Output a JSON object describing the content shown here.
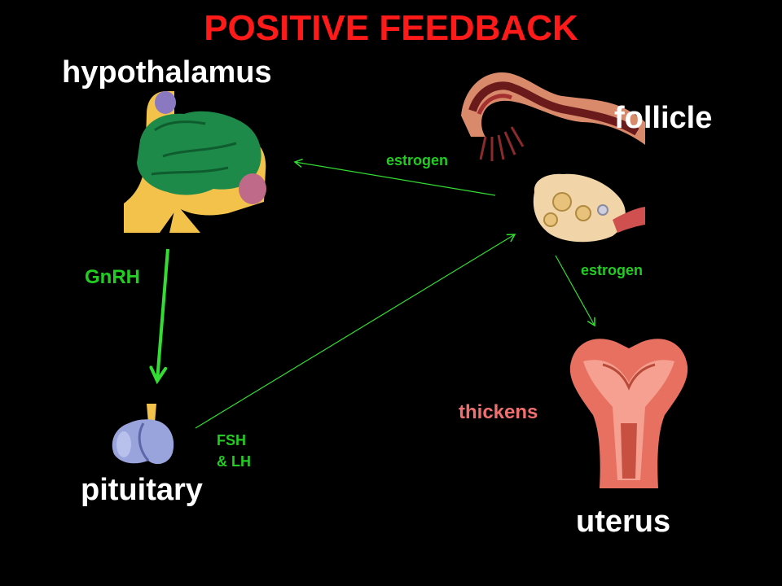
{
  "title": "POSITIVE FEEDBACK",
  "organs": {
    "hypothalamus": "hypothalamus",
    "follicle": "follicle",
    "pituitary": "pituitary",
    "uterus": "uterus"
  },
  "signals": {
    "gnrh": "GnRH",
    "estrogen_to_hypothalamus": "estrogen",
    "estrogen_to_uterus": "estrogen",
    "fsh_line1": "FSH",
    "fsh_line2": "& LH",
    "thickens": "thickens"
  },
  "colors": {
    "title": "#ff1a1a",
    "signal": "#22cc22",
    "arrow": "#33dd33",
    "thickens": "#f07070",
    "background": "#000000"
  },
  "icons": [
    "hypothalamus-illustration",
    "follicle-illustration",
    "pituitary-illustration",
    "uterus-illustration"
  ]
}
